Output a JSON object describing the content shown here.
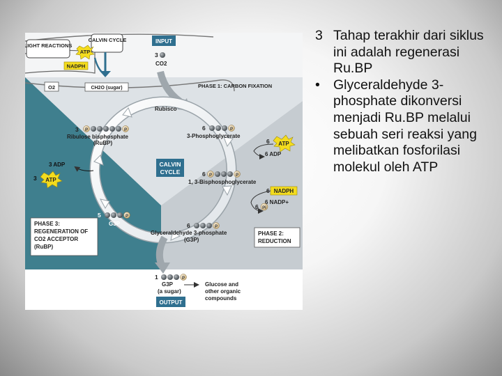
{
  "diagram": {
    "light_reactions": "LIGHT REACTIONS",
    "calvin_cycle_top": "CALVIN CYCLE",
    "atp": "ATP",
    "nadph": "NADPH",
    "o2": "O2",
    "ch2o": "CH2O (sugar)",
    "input_label": "INPUT",
    "input_count": "3",
    "co2": "CO2",
    "phase1": "PHASE 1: CARBON FIXATION",
    "rubisco": "Rubisco",
    "rubp_count": "3",
    "rubp_name": "Ribulose bisphosphate",
    "rubp_abbr": "(RuBP)",
    "pga_count": "6",
    "pga_name": "3-Phosphoglycerate",
    "atp_in_count": "6",
    "adp_out_count": "6 ADP",
    "center_line1": "CALVIN",
    "center_line2": "CYCLE",
    "adp_left": "3 ADP",
    "atp_left_count": "3",
    "bpg_count": "6",
    "bpg_name": "1, 3-Bisphosphoglycerate",
    "nadph_count": "6",
    "nadp_plus": "6 NADP+",
    "pi_count": "6",
    "pi_symbol": "Pi",
    "p_symbol": "P",
    "g3p_left_count": "5",
    "g3p_left_name": "G3P",
    "g3p6_count": "6",
    "g3p6_name": "Glyceraldehyde 3-phosphate",
    "g3p6_abbr": "(G3P)",
    "phase2_l1": "PHASE 2:",
    "phase2_l2": "REDUCTION",
    "phase3_l1": "PHASE 3:",
    "phase3_l2": "REGENERATION OF",
    "phase3_l3": "CO2 ACCEPTOR",
    "phase3_l4": "(RuBP)",
    "out_count": "1",
    "out_g3p": "G3P",
    "out_sugar": "(a sugar)",
    "glucose_l1": "Glucose and",
    "glucose_l2": "other organic",
    "glucose_l3": "compounds",
    "output_label": "OUTPUT"
  },
  "bullets": [
    {
      "marker": "3",
      "text": "Tahap terakhir dari siklus ini adalah regenerasi Ru.BP"
    },
    {
      "marker": "•",
      "text": "Glyceraldehyde 3-phosphate dikonversi menjadi  Ru.BP melalui sebuah seri reaksi yang melibatkan fosforilasi molekul oleh ATP"
    }
  ],
  "colors": {
    "phase1_gray": "#dde2e6",
    "phase2_gray": "#c6ccd1",
    "phase3_teal": "#3f7f8e",
    "box_blue": "#2f6f8f",
    "atp_yellow": "#f4dc1e",
    "molecule_dark": "#555c61",
    "phosphate_tan": "#e8d5ae"
  }
}
